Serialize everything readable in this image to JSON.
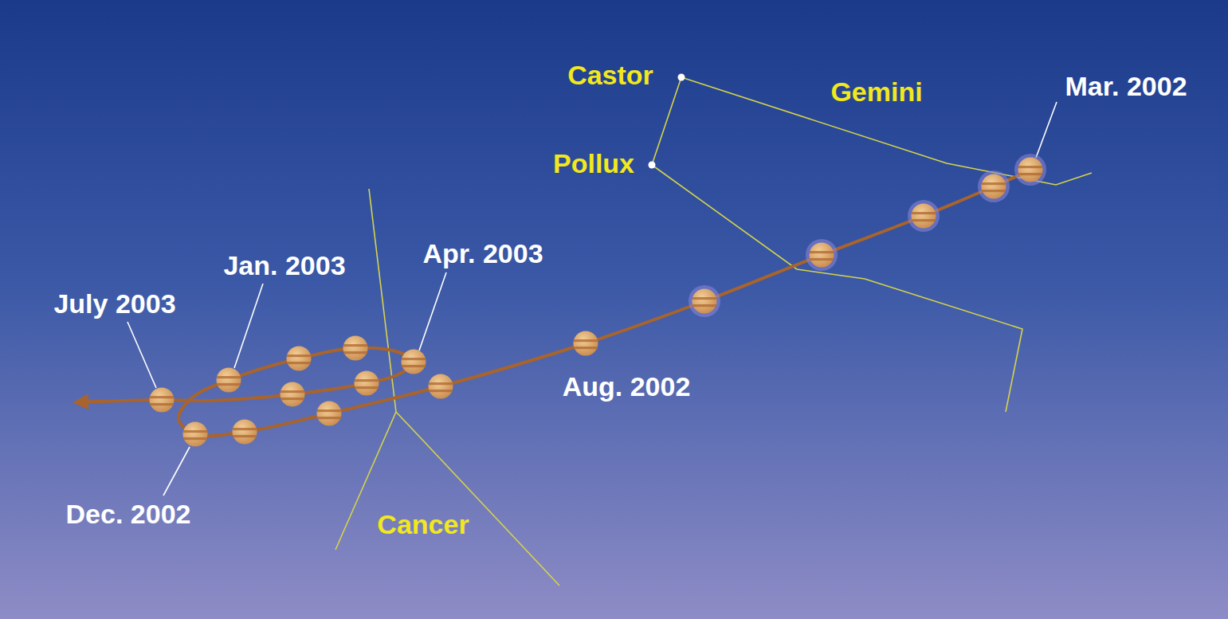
{
  "diagram": {
    "labels": [
      "Castor",
      "Gemini",
      "Mar. 2002",
      "Pollux",
      "Jan. 2003",
      "Apr. 2003",
      "July 2003",
      "Aug. 2002",
      "Dec. 2002",
      "Cancer"
    ]
  }
}
